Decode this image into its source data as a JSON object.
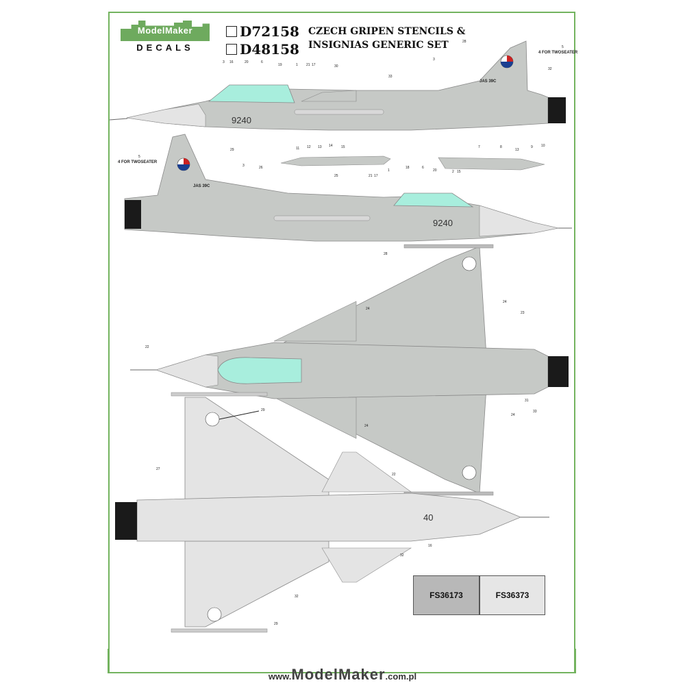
{
  "logo": {
    "top_text": "ModelMaker",
    "bottom_text": "DECALS"
  },
  "product_codes": [
    "D72158",
    "D48158"
  ],
  "title": {
    "line1": "CZECH GRIPEN STENCILS &",
    "line2": "INSIGNIAS GENERIC SET"
  },
  "colors": {
    "border": "#73b35f",
    "light_grey": "#e4e4e4",
    "medium_grey": "#c6c9c6",
    "canopy": "#a8eedd",
    "exhaust": "#1a1a1a"
  },
  "swatches": [
    {
      "label": "FS36173",
      "color": "#b8b8b8"
    },
    {
      "label": "FS36373",
      "color": "#e6e6e6"
    }
  ],
  "footer": {
    "prefix": "www.",
    "brand": "ModelMaker",
    "suffix": ".com.pl"
  },
  "top_view_side": {
    "serial": "9240",
    "type_marking": "JAS 39C",
    "twoseater_note": "4 FOR TWOSEATER",
    "callouts": [
      "3",
      "16",
      "20",
      "6",
      "19",
      "1",
      "21",
      "17",
      "30",
      "33",
      "28",
      "5",
      "3",
      "32"
    ]
  },
  "lower_view_side": {
    "serial": "9240",
    "type_marking": "JAS 39C",
    "twoseater_note": "4 FOR TWOSEATER",
    "callouts": [
      "5",
      "29",
      "3",
      "26",
      "25",
      "21",
      "17",
      "1",
      "18",
      "6",
      "20",
      "2",
      "15"
    ]
  },
  "tanks": {
    "callouts_left": [
      "11",
      "12",
      "13",
      "14",
      "15"
    ],
    "callouts_right": [
      "7",
      "8",
      "13",
      "9",
      "10"
    ]
  },
  "top_plan": {
    "callouts": [
      "28",
      "24",
      "24",
      "23",
      "22",
      "31",
      "24",
      "33",
      "24",
      "22"
    ]
  },
  "bottom_plan": {
    "serial": "40",
    "callouts": [
      "29",
      "27",
      "32",
      "32",
      "16",
      "29"
    ]
  }
}
